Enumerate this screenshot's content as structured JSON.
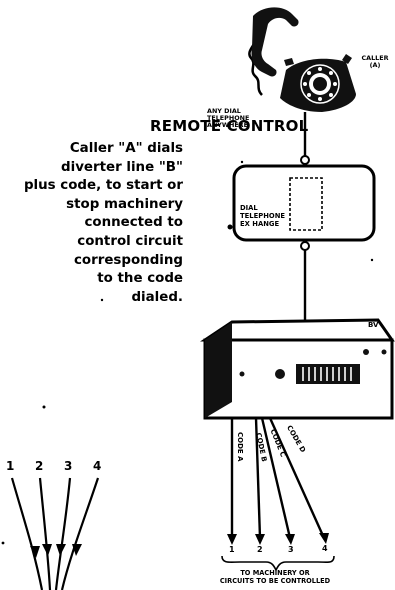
{
  "caption": {
    "title": "REMOTE CONTROL",
    "lines": [
      "Caller \"A\" dials",
      "diverter line \"B\"",
      "plus code, to start or",
      "stop machinery",
      "connected to",
      "control circuit",
      "corresponding",
      "to the code",
      "dialed."
    ]
  },
  "labels": {
    "caller": [
      "CALLER",
      "(A)"
    ],
    "any_dial": [
      "ANY DIAL",
      "TELEPHONE",
      "ANYWHERE"
    ],
    "dial_box": [
      "DIAL",
      "TELEPHONE",
      "EX HANGE"
    ],
    "device_mark": "BV",
    "bottom": [
      "TO MACHINERY OR",
      "CIRCUITS TO BE CONTROLLED"
    ]
  },
  "codes": [
    "CODE A",
    "CODE B",
    "CODE C",
    "CODE D"
  ],
  "circuit_numbers": [
    "1",
    "2",
    "3",
    "4"
  ],
  "left_numbers": [
    "1",
    "2",
    "3",
    "4"
  ]
}
